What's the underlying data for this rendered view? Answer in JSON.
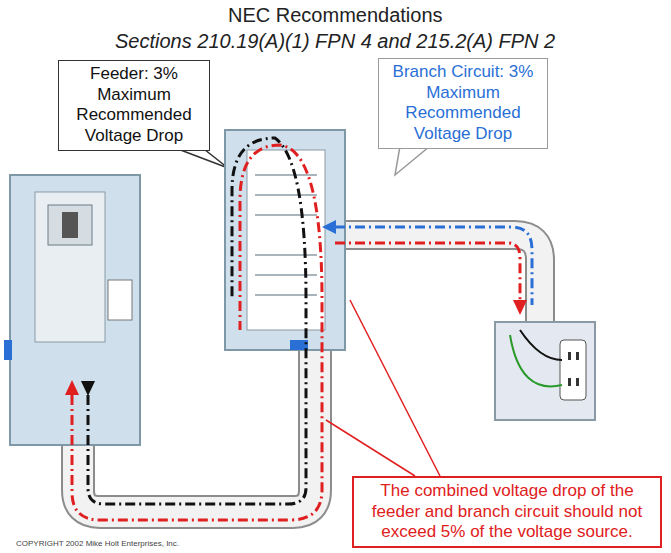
{
  "diagram": {
    "title": "NEC Recommendations",
    "nodes": [
      {
        "text": [
          "Feeder: 3% Maximum Recommended Voltage Drop"
        ]
      },
      {
        "text": [
          "Branch Circuit: 3% Maximum Recommended Voltage Drop"
        ]
      },
      {
        "text": [
          "The combined voltage drop of the feeder and branch circuit should not exceed 5% of the voltage source."
        ]
      }
    ],
    "edges": [],
    "labels": [
      "Sections 210.19(A)(1) FPN 4 and 215.2(A) FPN 2",
      "COPYRIGHT 2002  Mike Holt Enterprises, Inc."
    ]
  }
}
